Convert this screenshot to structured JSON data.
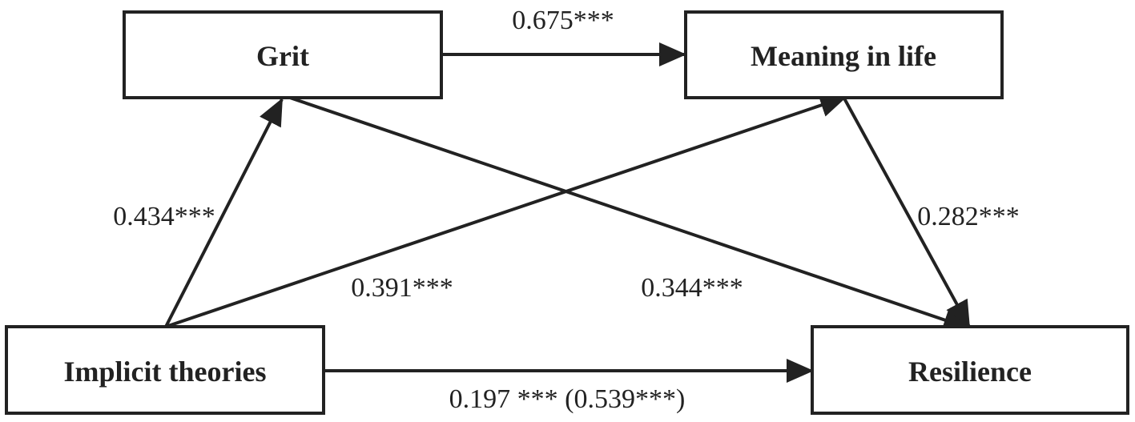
{
  "nodes": {
    "grit": {
      "label": "Grit"
    },
    "meaning": {
      "label": "Meaning in life"
    },
    "implicit": {
      "label": "Implicit theories"
    },
    "resilience": {
      "label": "Resilience"
    }
  },
  "edges": {
    "grit_to_meaning": {
      "from": "grit",
      "to": "meaning",
      "label": "0.675***"
    },
    "implicit_to_grit": {
      "from": "implicit",
      "to": "grit",
      "label": "0.434***"
    },
    "implicit_to_meaning": {
      "from": "implicit",
      "to": "meaning",
      "label": "0.391***"
    },
    "grit_to_resilience": {
      "from": "grit",
      "to": "resilience",
      "label": "0.344***"
    },
    "meaning_to_resilience": {
      "from": "meaning",
      "to": "resilience",
      "label": "0.282***"
    },
    "implicit_to_resilience": {
      "from": "implicit",
      "to": "resilience",
      "label": "0.197 *** (0.539***)"
    }
  },
  "colors": {
    "stroke": "#222222",
    "background": "#ffffff"
  }
}
